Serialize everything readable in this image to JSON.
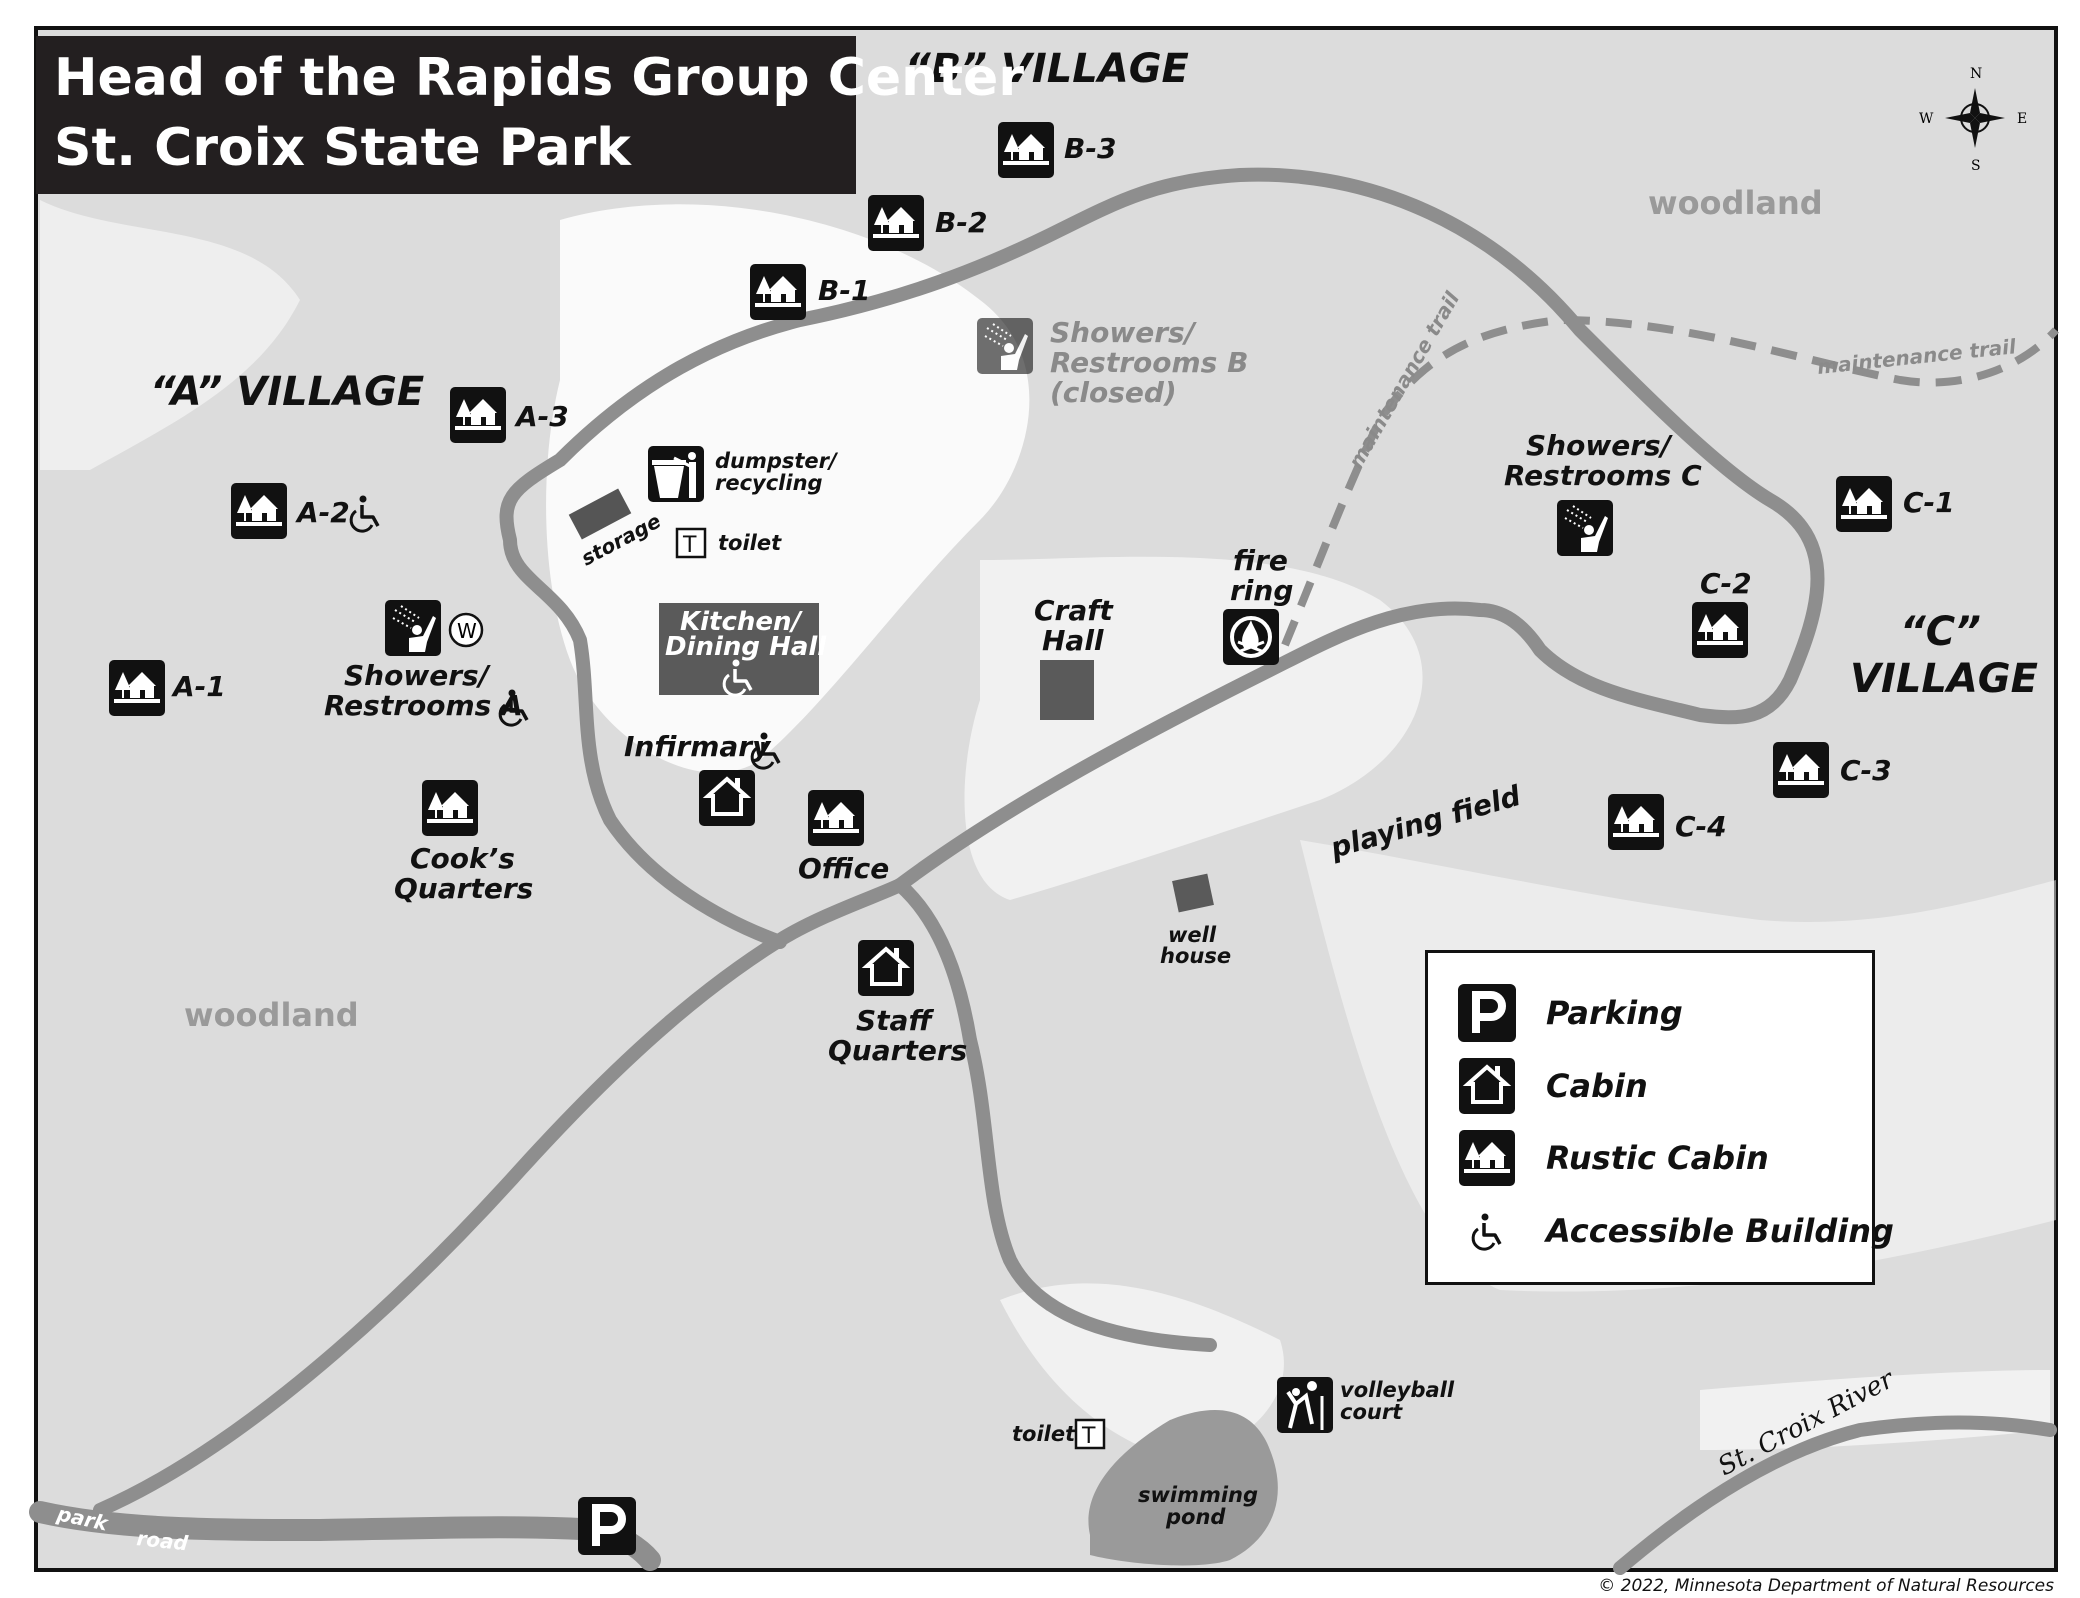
{
  "title": {
    "line1": "Head of the Rapids Group Center",
    "line2": "St. Croix State Park"
  },
  "villages": {
    "a": "“A” VILLAGE",
    "b": "“B” VILLAGE",
    "c_line1": "“C”",
    "c_line2": "VILLAGE"
  },
  "areas": {
    "woodland_ne": "woodland",
    "woodland_w": "woodland"
  },
  "compass": {
    "n": "N",
    "s": "S",
    "e": "E",
    "w": "W"
  },
  "cabins": {
    "a1": "A-1",
    "a2": "A-2",
    "a3": "A-3",
    "b1": "B-1",
    "b2": "B-2",
    "b3": "B-3",
    "c1": "C-1",
    "c2": "C-2",
    "c3": "C-3",
    "c4": "C-4"
  },
  "facilities": {
    "showers_a_1": "Showers/",
    "showers_a_2": "Restrooms A",
    "showers_b_1": "Showers/",
    "showers_b_2": "Restrooms B",
    "showers_b_3": "(closed)",
    "showers_c_1": "Showers/",
    "showers_c_2": "Restrooms C",
    "dumpster_1": "dumpster/",
    "dumpster_2": "recycling",
    "toilet_north": "toilet",
    "toilet_south": "toilet",
    "toilet_symbol": "T",
    "storage": "storage",
    "kitchen_1": "Kitchen/",
    "kitchen_2": "Dining Hall",
    "infirmary": "Infirmary",
    "office": "Office",
    "cooks_1": "Cook’s",
    "cooks_2": "Quarters",
    "staff_1": "Staff",
    "staff_2": "Quarters",
    "craft_1": "Craft",
    "craft_2": "Hall",
    "fire_1": "fire",
    "fire_2": "ring",
    "well_1": "well",
    "well_2": "house",
    "volley_1": "volleyball",
    "volley_2": "court",
    "pond_1": "swimming",
    "pond_2": "pond",
    "playing_field": "playing field",
    "water_symbol": "W"
  },
  "roads": {
    "park_1": "park",
    "park_2": "road",
    "maint_1": "maintenance trail",
    "maint_2": "maintenance trail",
    "river": "St. Croix River",
    "parking_symbol": "P"
  },
  "legend": {
    "parking": "Parking",
    "cabin": "Cabin",
    "rustic": "Rustic Cabin",
    "accessible": "Accessible Building"
  },
  "copyright": "© 2022, Minnesota Department of Natural Resources"
}
